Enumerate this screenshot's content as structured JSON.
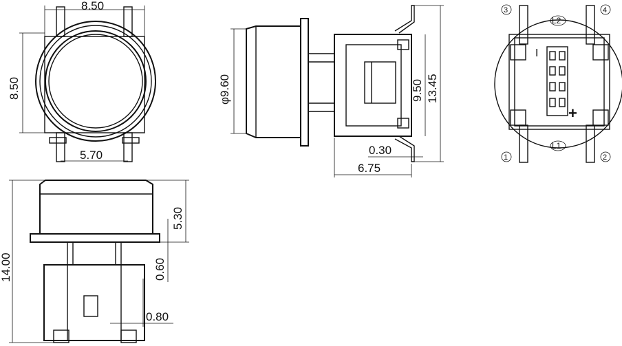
{
  "dimensions": {
    "top_width": "8.50",
    "top_height": "8.50",
    "pin_spacing": "5.70",
    "diameter": "φ9.60",
    "body_height": "9.50",
    "total_height": "13.45",
    "pin_thickness": "0.30",
    "body_depth": "6.75",
    "overall_height": "14.00",
    "cap_height": "5.30",
    "flange": "0.60",
    "pin_width": "0.80"
  },
  "pins": {
    "p1": "1",
    "p2": "2",
    "p3": "3",
    "p4": "4"
  },
  "labels": {
    "led1": "L1",
    "led2": "L2",
    "minus": "I",
    "plus": "+"
  }
}
